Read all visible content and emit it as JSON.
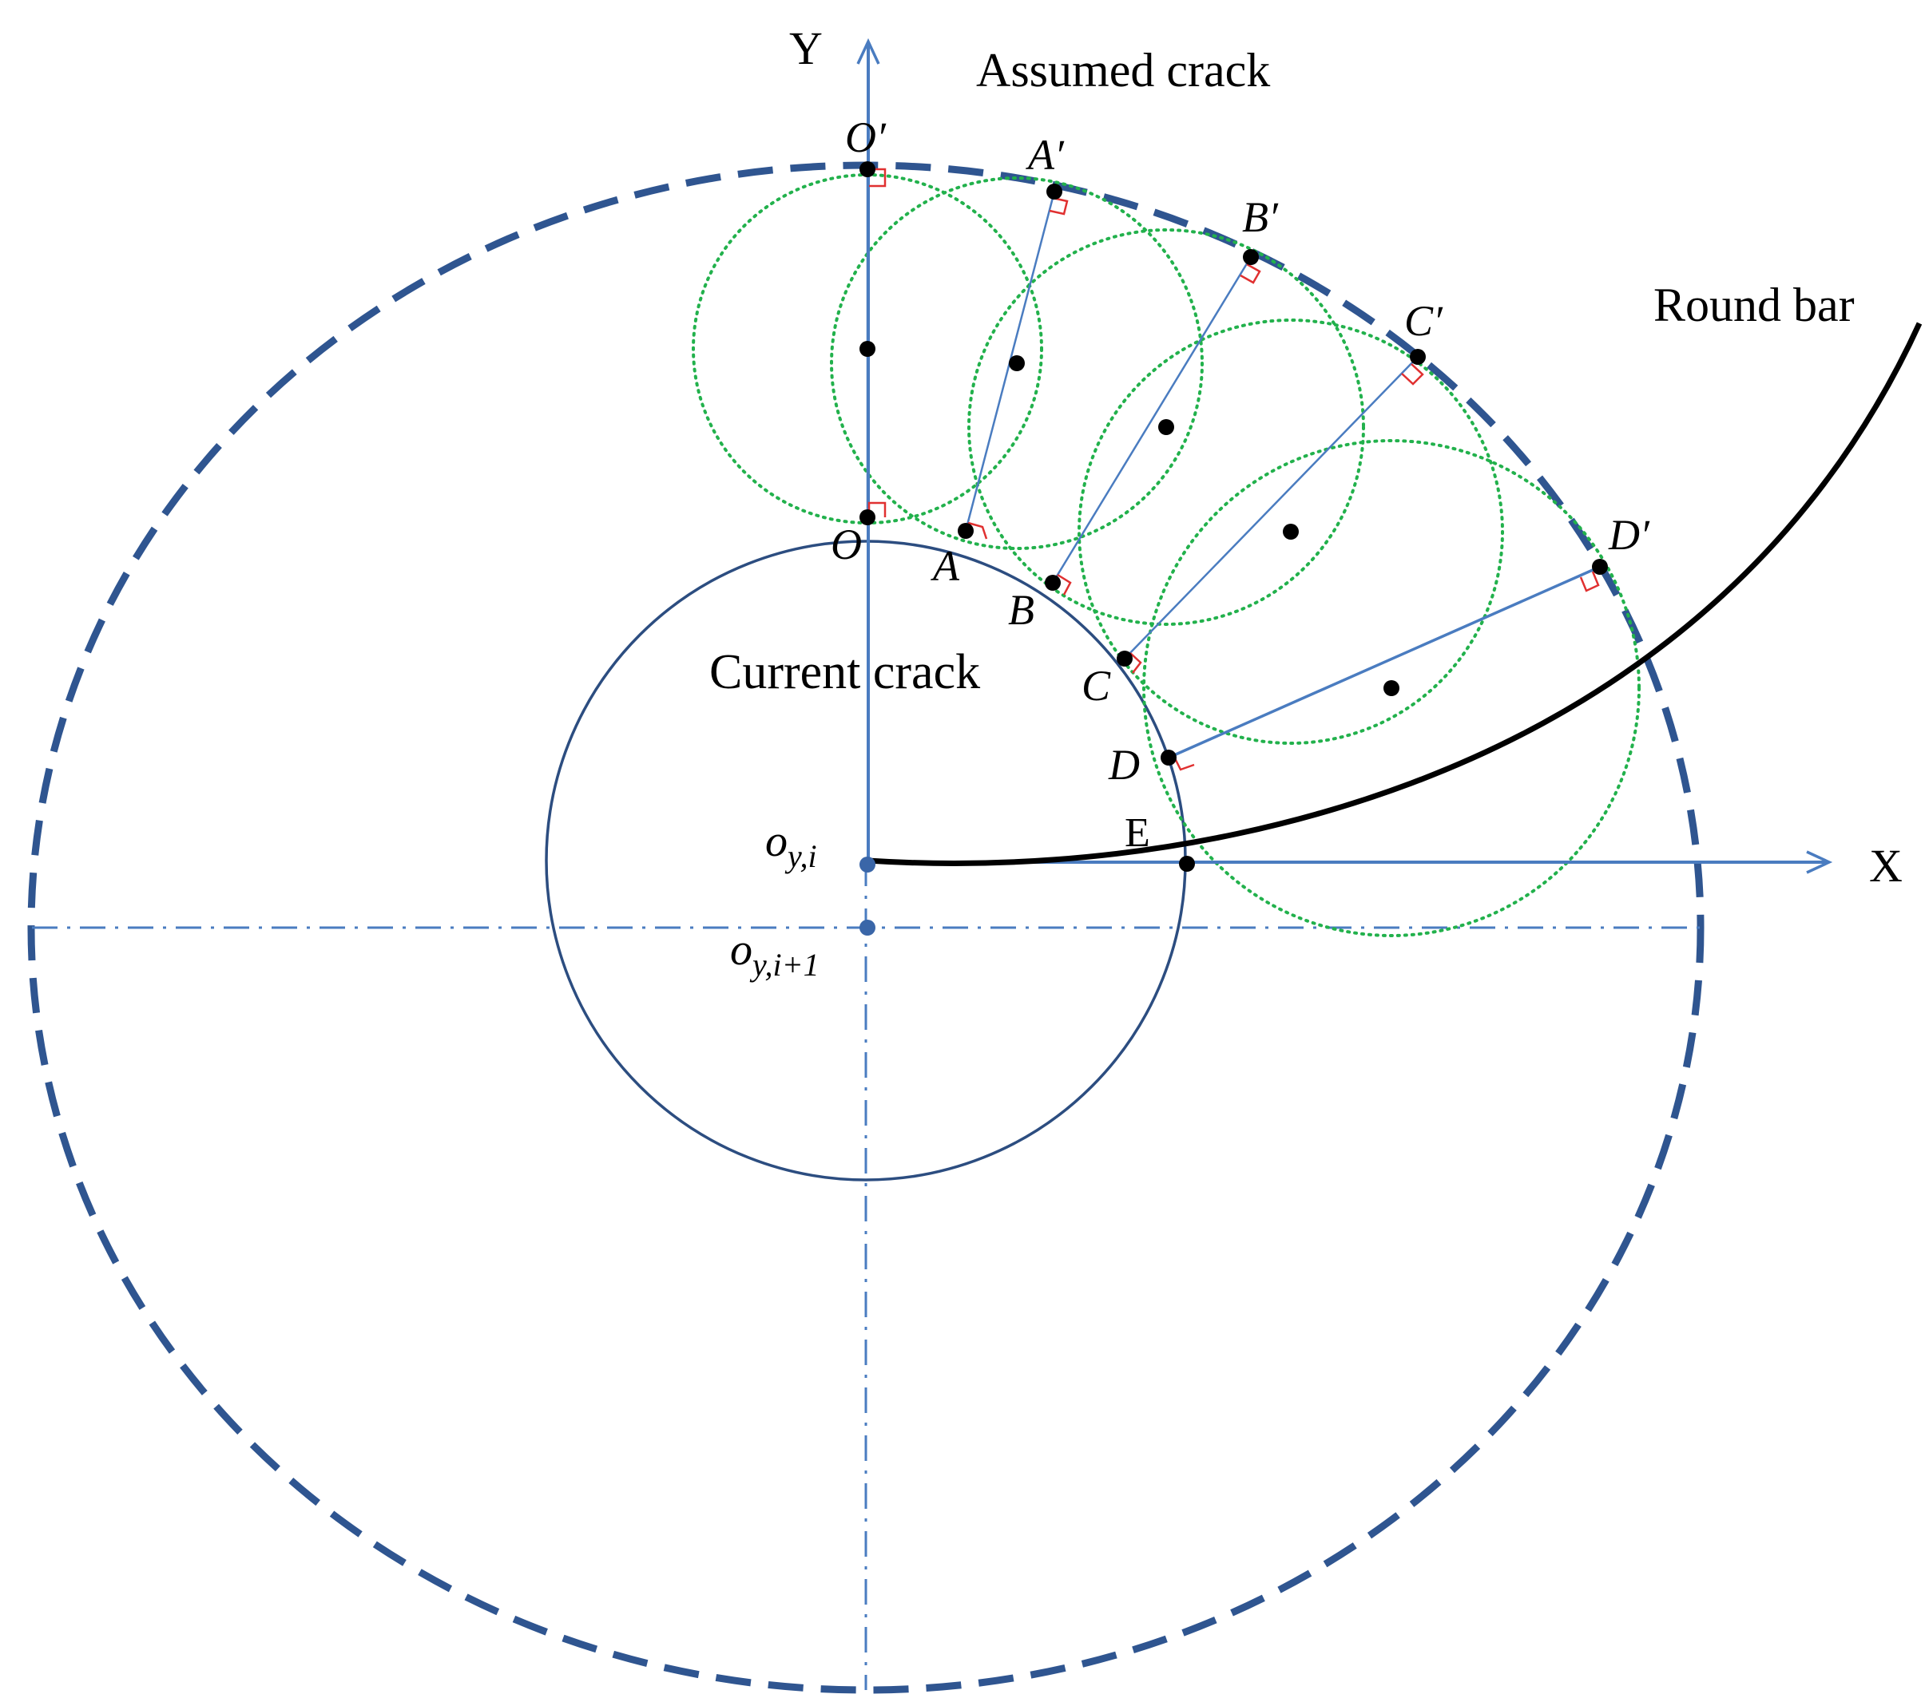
{
  "labels": {
    "x_axis": "X",
    "y_axis": "Y",
    "assumed_crack": "Assumed crack",
    "round_bar": "Round bar",
    "current_crack": "Current crack",
    "point_E": "E",
    "point_O": "O",
    "point_A": "A",
    "point_B": "B",
    "point_C": "C",
    "point_D": "D",
    "point_O_prime": "O′",
    "point_A_prime": "A′",
    "point_B_prime": "B′",
    "point_C_prime": "C′",
    "point_D_prime": "D′",
    "origin_i_main": "o",
    "origin_i_sub": "y,i",
    "origin_i1_main": "o",
    "origin_i1_sub": "y,i+1"
  },
  "colors": {
    "axis": "#4a7cc0",
    "current_crack": "#2c4d80",
    "assumed_crack": "#2f5590",
    "round_bar": "#000000",
    "dotted_circles": "#22b14c",
    "right_angle_marks": "#e03030",
    "connector_lines": "#4a7cc0",
    "points": "#000000"
  }
}
